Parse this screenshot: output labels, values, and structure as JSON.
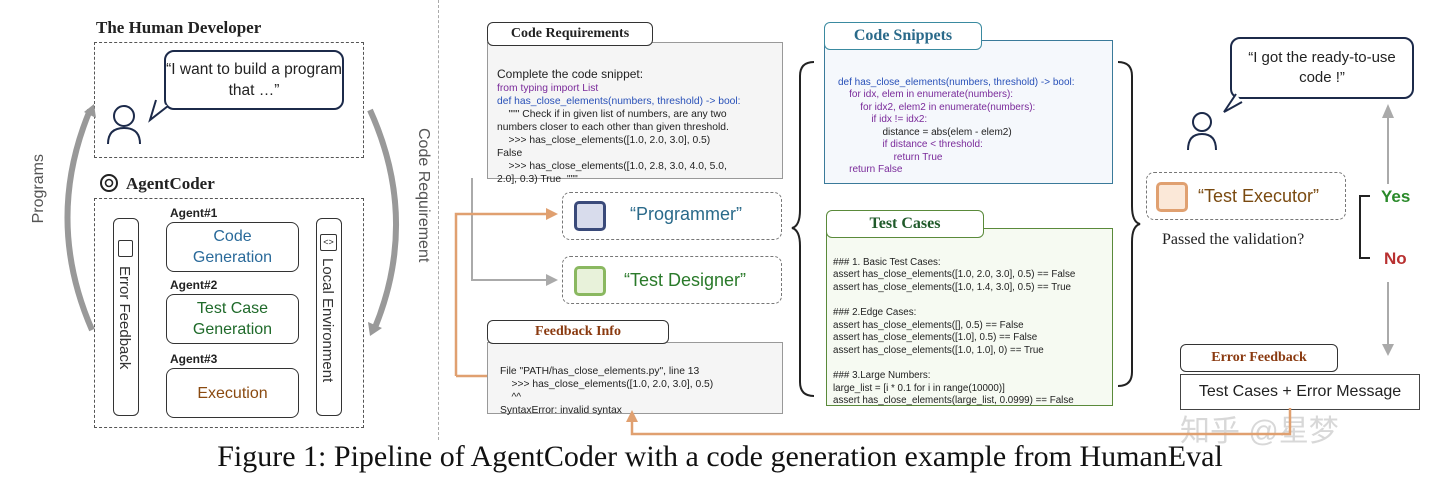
{
  "left": {
    "human_title": "The Human Developer",
    "human_bubble": "“I want to build a program that …”",
    "agentcoder_title": "AgentCoder",
    "programs_label": "Programs",
    "code_requirement_label": "Code Requirement",
    "error_feedback_label": "Error Feedback",
    "local_env_label": "Local Environment",
    "agents": [
      {
        "tag": "Agent#1",
        "label": "Code Generation",
        "color": "#2a6a9a"
      },
      {
        "tag": "Agent#2",
        "label": "Test Case Generation",
        "color": "#1f6a2a"
      },
      {
        "tag": "Agent#3",
        "label": "Execution",
        "color": "#8a4a10"
      }
    ]
  },
  "requirements": {
    "title": "Code Requirements",
    "lines": [
      "Complete the code snippet:",
      "from typing import List",
      "def has_close_elements(numbers, threshold) -> bool:",
      "    \"\"\" Check if in given list of numbers, are any two",
      "numbers closer to each other than given threshold.",
      "    >>> has_close_elements([1.0, 2.0, 3.0], 0.5)",
      "False",
      "    >>> has_close_elements([1.0, 2.8, 3.0, 4.0, 5.0,",
      "2.0], 0.3) True  \"\"\""
    ]
  },
  "programmer_label": "“Programmer”",
  "test_designer_label": "“Test Designer”",
  "feedback": {
    "title": "Feedback Info",
    "lines": [
      "File \"PATH/has_close_elements.py\", line 13",
      "    >>> has_close_elements([1.0, 2.0, 3.0], 0.5)",
      "    ^^",
      "SyntaxError: invalid syntax"
    ]
  },
  "snippets": {
    "title": "Code Snippets",
    "lines": [
      "def has_close_elements(numbers, threshold) -> bool:",
      "    for idx, elem in enumerate(numbers):",
      "        for idx2, elem2 in enumerate(numbers):",
      "            if idx != idx2:",
      "                distance = abs(elem - elem2)",
      "                if distance < threshold:",
      "                    return True",
      "    return False"
    ]
  },
  "tests": {
    "title": "Test Cases",
    "lines": [
      "### 1. Basic Test Cases:",
      "assert has_close_elements([1.0, 2.0, 3.0], 0.5) == False",
      "assert has_close_elements([1.0, 1.4, 3.0], 0.5) == True",
      "",
      "### 2.Edge Cases:",
      "assert has_close_elements([], 0.5) == False",
      "assert has_close_elements([1.0], 0.5) == False",
      "assert has_close_elements([1.0, 1.0], 0) == True",
      "",
      "### 3.Large Numbers:",
      "large_list = [i * 0.1 for i in range(10000)]",
      "assert has_close_elements(large_list, 0.0999) == False"
    ]
  },
  "right": {
    "bubble": "“I got the ready-to-use code !”",
    "executor_label": "“Test Executor”",
    "passed_label": "Passed the validation?",
    "yes_label": "Yes",
    "no_label": "No",
    "error_feedback_title": "Error Feedback",
    "error_feedback_body": "Test Cases + Error Message",
    "watermark": "知乎 @星梦"
  },
  "caption": "Figure 1: Pipeline of AgentCoder with a code generation example from HumanEval",
  "colors": {
    "programmer": "#2a6a8a",
    "test_designer": "#2a7a2a",
    "executor": "#7a4a10",
    "yes": "#2a8a2a",
    "no": "#b83030",
    "feedback_title": "#8a3a10",
    "arrow_orange": "#e0a070",
    "arrow_gray": "#aaaaaa"
  }
}
